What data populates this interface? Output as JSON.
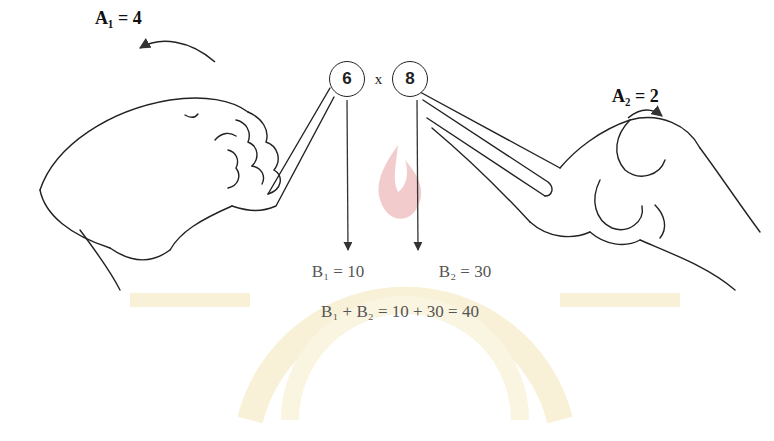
{
  "diagram": {
    "nodes": [
      {
        "text": [
          "6"
        ]
      },
      {
        "text": [
          "8"
        ]
      }
    ],
    "labels": [
      "A₁ = 4",
      "A₂ = 2",
      "x",
      "B₁ = 10",
      "B₂ = 30",
      "B₁ + B₂ = 10 + 30 = 40"
    ]
  }
}
